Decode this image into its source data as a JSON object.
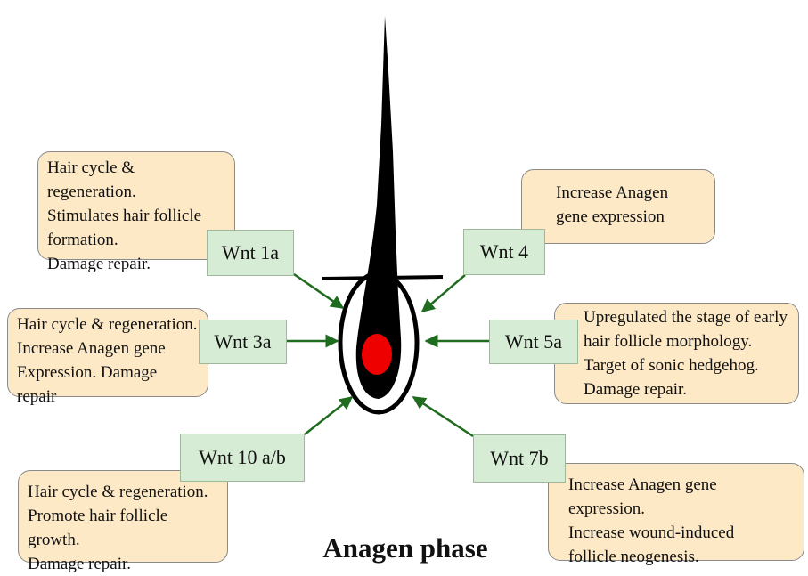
{
  "title": "Anagen phase",
  "colors": {
    "box_fill": "#fde9c6",
    "label_fill": "#d6ecd5",
    "arrow": "#1f6b1f",
    "papilla": "#ee0000"
  },
  "nodes": [
    {
      "id": "wnt1a",
      "label": "Wnt  1a",
      "text": "Hair cycle & regeneration.\nStimulates hair follicle\nformation.\nDamage repair."
    },
    {
      "id": "wnt4",
      "label": "Wnt  4",
      "text": "Increase Anagen\ngene expression"
    },
    {
      "id": "wnt3a",
      "label": "Wnt  3a",
      "text": "Hair cycle & regeneration.\nIncrease Anagen gene\nExpression. Damage repair"
    },
    {
      "id": "wnt5a",
      "label": "Wnt  5a",
      "text": "Upregulated the stage of early\nhair follicle morphology.\nTarget of sonic hedgehog.\nDamage repair."
    },
    {
      "id": "wnt10ab",
      "label": "Wnt  10 a/b",
      "text": "Hair cycle & regeneration.\nPromote hair follicle growth.\nDamage repair."
    },
    {
      "id": "wnt7b",
      "label": "Wnt  7b",
      "text": "Increase Anagen gene expression.\nIncrease wound-induced\nfollicle neogenesis."
    }
  ]
}
